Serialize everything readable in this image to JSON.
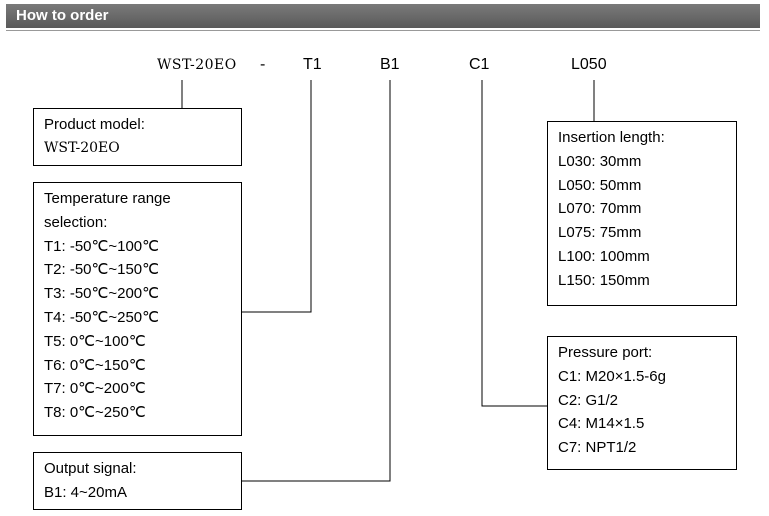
{
  "header": {
    "title": "How to order"
  },
  "code": {
    "model": "WST-20EO",
    "dash": "-",
    "temp": "T1",
    "output": "B1",
    "port": "C1",
    "length": "L050"
  },
  "boxes": {
    "product": {
      "title": "Product model:",
      "value": "WST-20EO"
    },
    "temperature": {
      "title_line1": "Temperature range",
      "title_line2": "selection:",
      "items": [
        "T1: -50℃~100℃",
        "T2: -50℃~150℃",
        "T3: -50℃~200℃",
        "T4: -50℃~250℃",
        "T5: 0℃~100℃",
        "T6: 0℃~150℃",
        "T7: 0℃~200℃",
        "T8: 0℃~250℃"
      ]
    },
    "output": {
      "title": "Output signal:",
      "items": [
        "B1: 4~20mA"
      ]
    },
    "insertion": {
      "title": "Insertion length:",
      "items": [
        "L030: 30mm",
        "L050: 50mm",
        "L070: 70mm",
        "L075: 75mm",
        "L100: 100mm",
        "L150: 150mm"
      ]
    },
    "pressure": {
      "title": "Pressure port:",
      "items": [
        "C1: M20×1.5-6g",
        "C2: G1/2",
        "C4: M14×1.5",
        "C7: NPT1/2"
      ]
    }
  }
}
